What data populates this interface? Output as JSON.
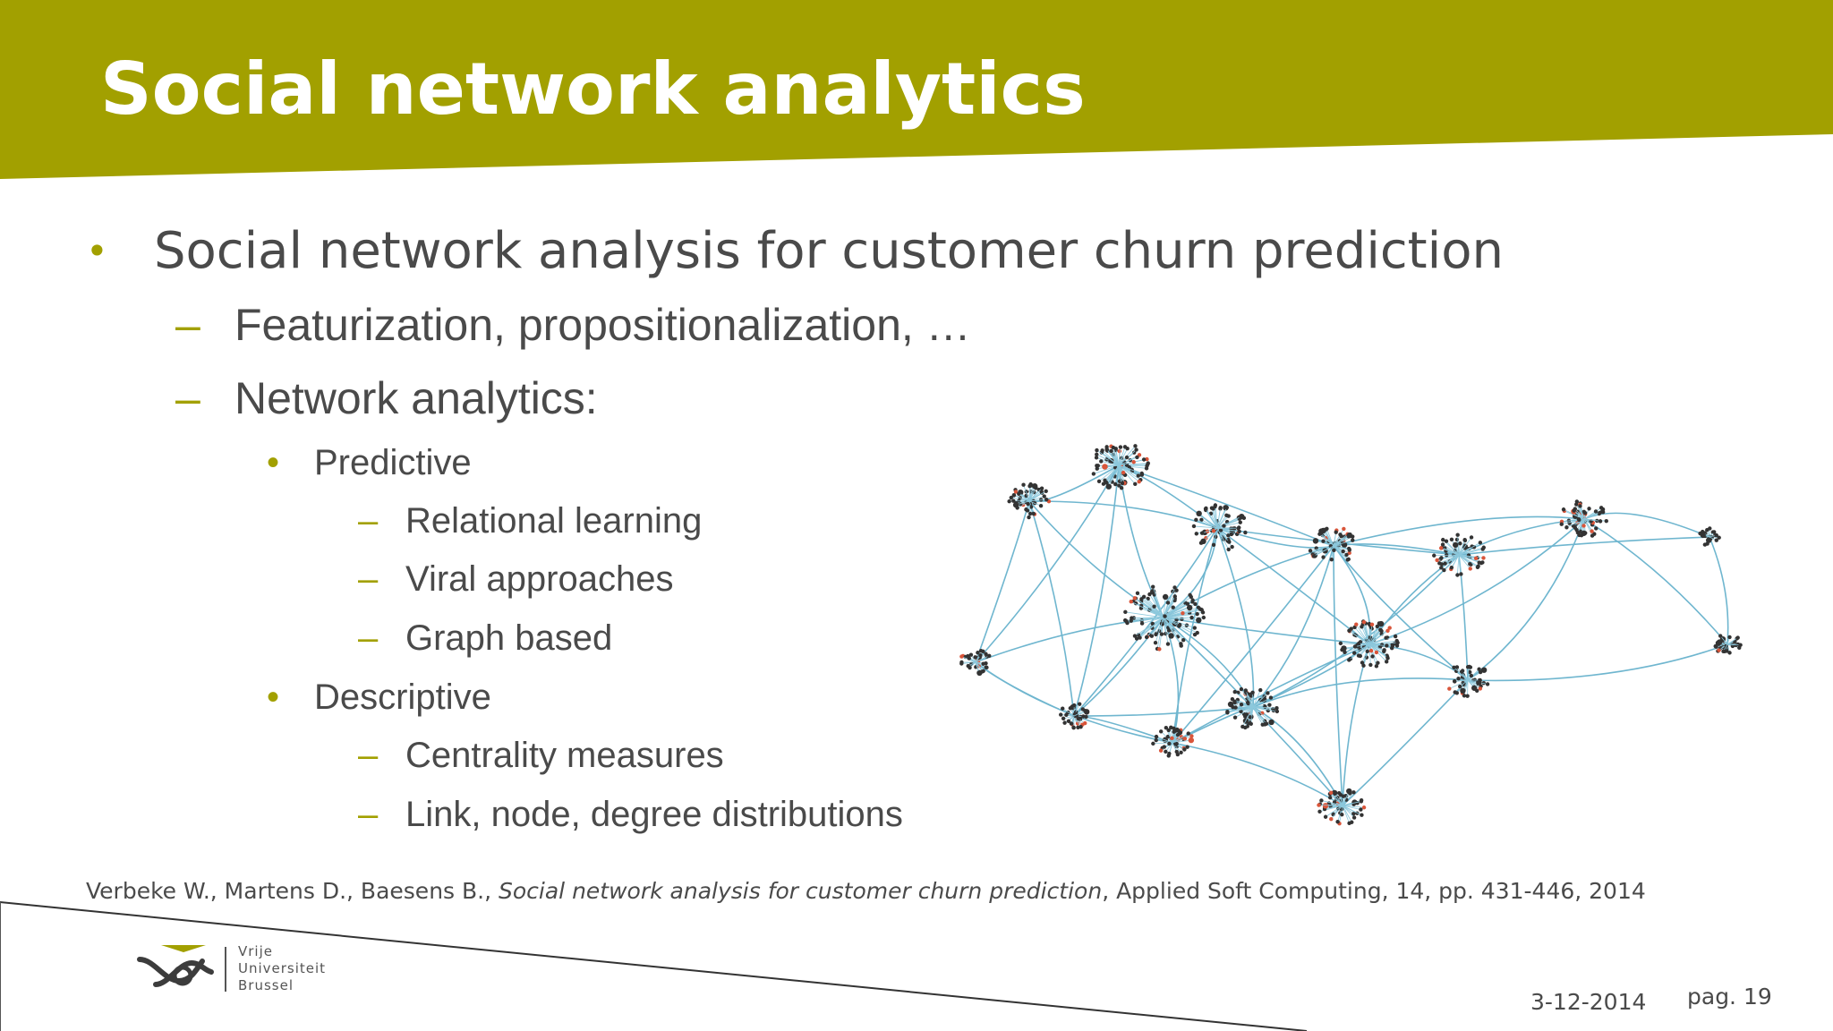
{
  "colors": {
    "accent": "#a2a000",
    "text": "#4a4a4a",
    "background": "#ffffff"
  },
  "slide": {
    "title": "Social network analytics"
  },
  "bullets": {
    "main": {
      "marker": "•",
      "text": "Social network analysis for customer churn prediction"
    },
    "featurization": {
      "marker": "–",
      "text": "Featurization, propositionalization, …"
    },
    "network_analytics": {
      "marker": "–",
      "text": "Network analytics:"
    },
    "predictive": {
      "marker": "•",
      "text": "Predictive"
    },
    "relational_learning": {
      "marker": "–",
      "text": "Relational learning"
    },
    "viral_approaches": {
      "marker": "–",
      "text": "Viral approaches"
    },
    "graph_based": {
      "marker": "–",
      "text": "Graph based"
    },
    "descriptive": {
      "marker": "•",
      "text": "Descriptive"
    },
    "centrality_measures": {
      "marker": "–",
      "text": "Centrality measures"
    },
    "distributions": {
      "marker": "–",
      "text": "Link, node, degree distributions"
    }
  },
  "citation": {
    "authors": "Verbeke W., Martens D., Baesens B., ",
    "title": "Social network analysis for customer churn prediction",
    "source": ", Applied Soft Computing, 14, pp. 431-446, 2014"
  },
  "logo": {
    "line1": "Vrije",
    "line2": "Universiteit",
    "line3": "Brussel"
  },
  "footer": {
    "date": "3-12-2014",
    "page": "pag. 19"
  },
  "image": {
    "description_icon": "network-graph"
  }
}
